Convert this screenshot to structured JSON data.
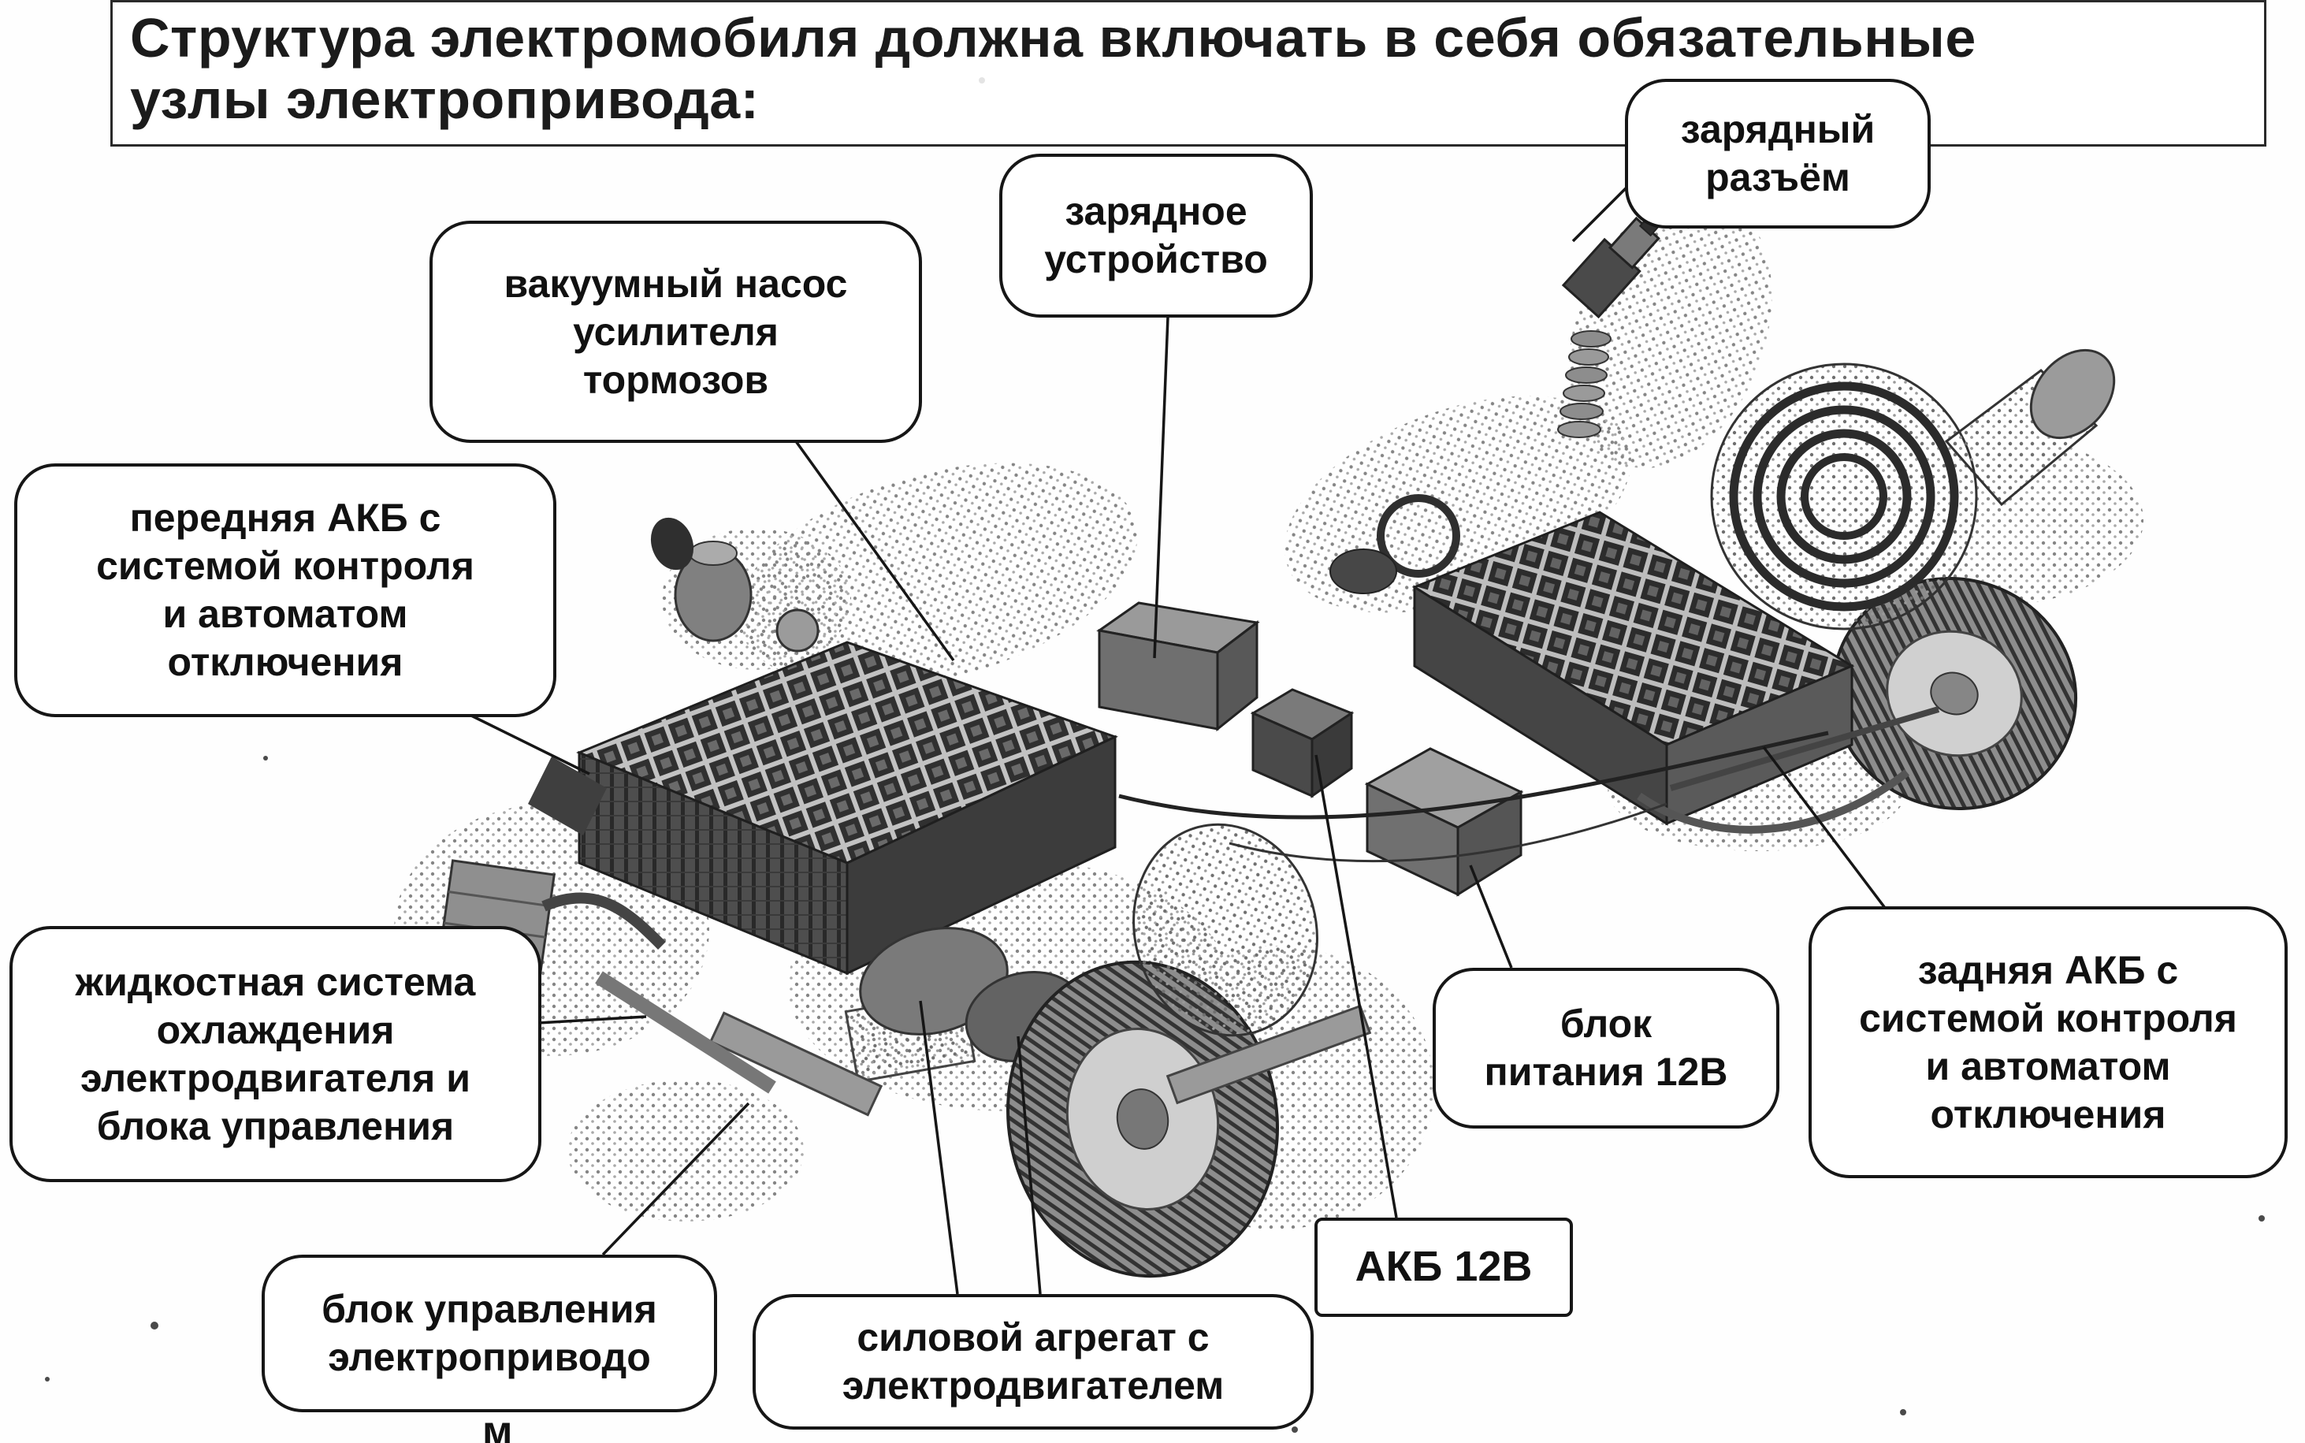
{
  "title": {
    "text": "Структура электромобиля должна включать в себя обязательные\nузлы электропривода:"
  },
  "callouts": {
    "vacuum_pump": {
      "text": "вакуумный насос\nусилителя\nтормозов"
    },
    "charger": {
      "text": "зарядное\nустройство"
    },
    "charge_connector": {
      "text": "зарядный\nразъём"
    },
    "front_battery": {
      "text": "передняя АКБ с\nсистемой контроля\nи автоматом\nотключения"
    },
    "cooling_system": {
      "text": "жидкостная система\nохлаждения\nэлектродвигателя и\nблока управления"
    },
    "control_unit": {
      "text": "блок управления\nэлектроприводо",
      "overflow": "м"
    },
    "power_unit": {
      "text": "силовой агрегат с\nэлектродвигателем"
    },
    "battery_12v": {
      "text": "АКБ 12В"
    },
    "power_supply_12v": {
      "text": "блок\nпитания 12В"
    },
    "rear_battery": {
      "text": "задняя АКБ с\nсистемой контроля\nи автоматом\nотключения"
    }
  },
  "colors": {
    "ink": "#161616",
    "bubble_border": "#161616",
    "bubble_fill": "#ffffff",
    "title_ink": "#1b1b1b"
  }
}
